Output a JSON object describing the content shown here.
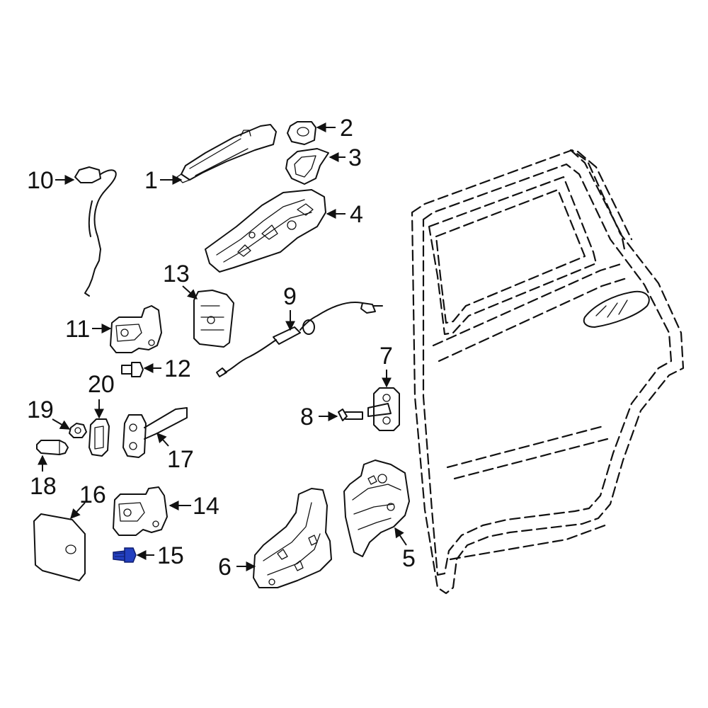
{
  "diagram": {
    "callouts": [
      "1",
      "2",
      "3",
      "4",
      "5",
      "6",
      "7",
      "8",
      "9",
      "10",
      "11",
      "12",
      "13",
      "14",
      "15",
      "16",
      "17",
      "18",
      "19",
      "20"
    ],
    "highlight_color": "#2340c0",
    "highlighted_part": "15"
  }
}
